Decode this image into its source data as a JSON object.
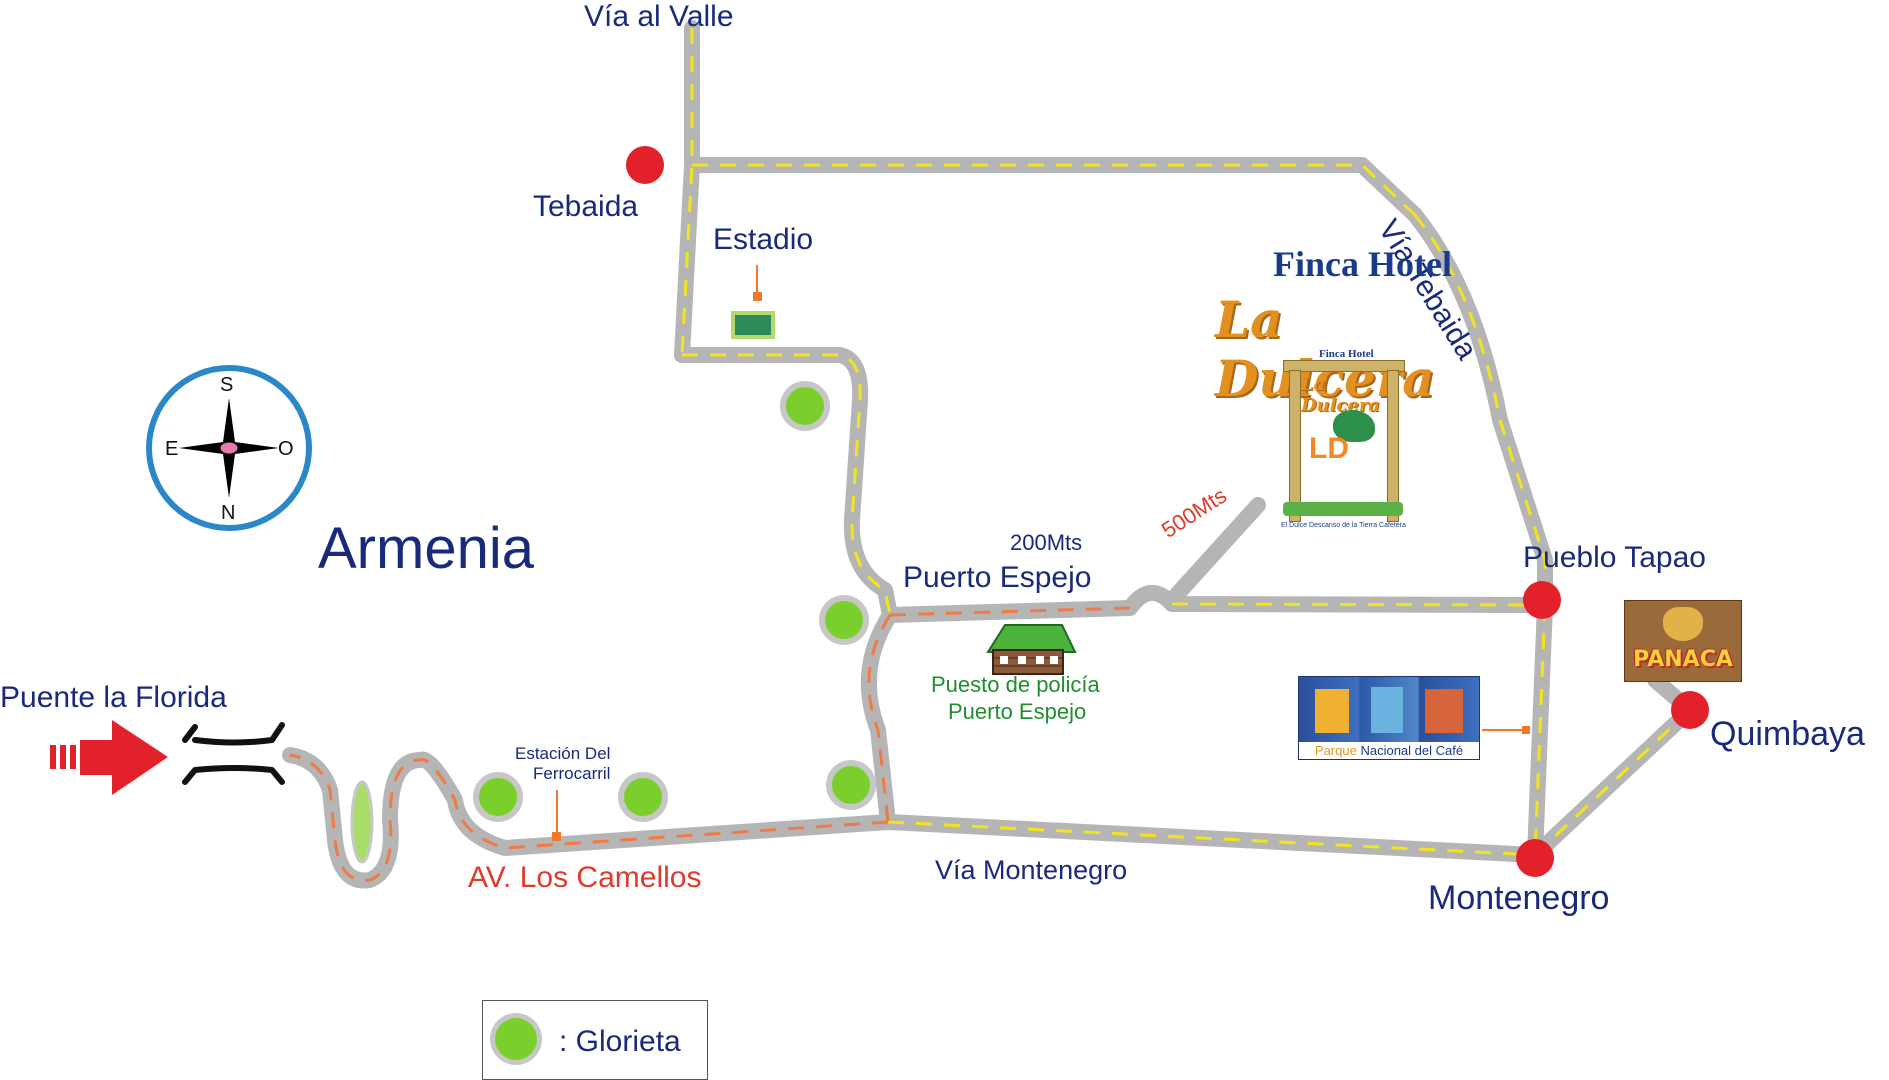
{
  "labels": {
    "via_al_valle": "Vía al Valle",
    "tebaida": "Tebaida",
    "estadio": "Estadio",
    "via_tebaida": "Vía Tebaida",
    "armenia": "Armenia",
    "puerto_espejo": "Puerto Espejo",
    "dist_200": "200Mts",
    "dist_500": "500Mts",
    "pueblo_tapao": "Pueblo Tapao",
    "quimbaya": "Quimbaya",
    "montenegro": "Montenegro",
    "via_montenegro": "Vía Montenegro",
    "av_los_camellos": "AV. Los Camellos",
    "puente_la_florida": "Puente la Florida",
    "estacion_line1": "Estación Del",
    "estacion_line2": "Ferrocarril",
    "policia_line1": "Puesto de policía",
    "policia_line2": "Puerto Espejo"
  },
  "compass": {
    "north": "N",
    "south": "S",
    "east": "E",
    "west": "O"
  },
  "hotel_logo": {
    "title": "Finca Hotel",
    "name": "La Dulcera",
    "small_title": "Finca Hotel",
    "small_name": "La Dulcera",
    "initials": "LD",
    "tagline": "El Dulce Descanso de la Tierra Cafetera"
  },
  "parque_badge": {
    "part1": "Parque",
    "part2": "Nacional del Café"
  },
  "panaca_badge": {
    "text": "PANACA"
  },
  "legend": {
    "text": ": Glorieta"
  },
  "colors": {
    "road": "#b5b5b5",
    "lane_yellow": "#f2e41c",
    "lane_orange": "#ef7a45",
    "town_dot": "#e3212b",
    "roundabout": "#7bcf2c",
    "label_blue": "#1a2a7a",
    "label_red": "#e03a2c",
    "compass_ring": "#2a88c9"
  }
}
